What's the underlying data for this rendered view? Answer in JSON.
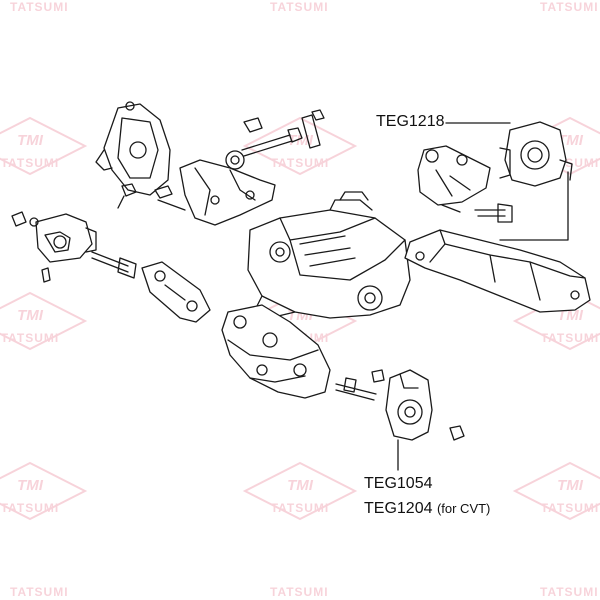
{
  "watermark": {
    "brand": "TATSUMI",
    "logo": "TMI"
  },
  "labels": {
    "teg1218": "TEG1218",
    "teg1054": "TEG1054",
    "teg1204": "TEG1204",
    "teg1204_note": "(for CVT)"
  },
  "colors": {
    "line": "#1a1a1a",
    "watermark": "#f2b0bd"
  }
}
